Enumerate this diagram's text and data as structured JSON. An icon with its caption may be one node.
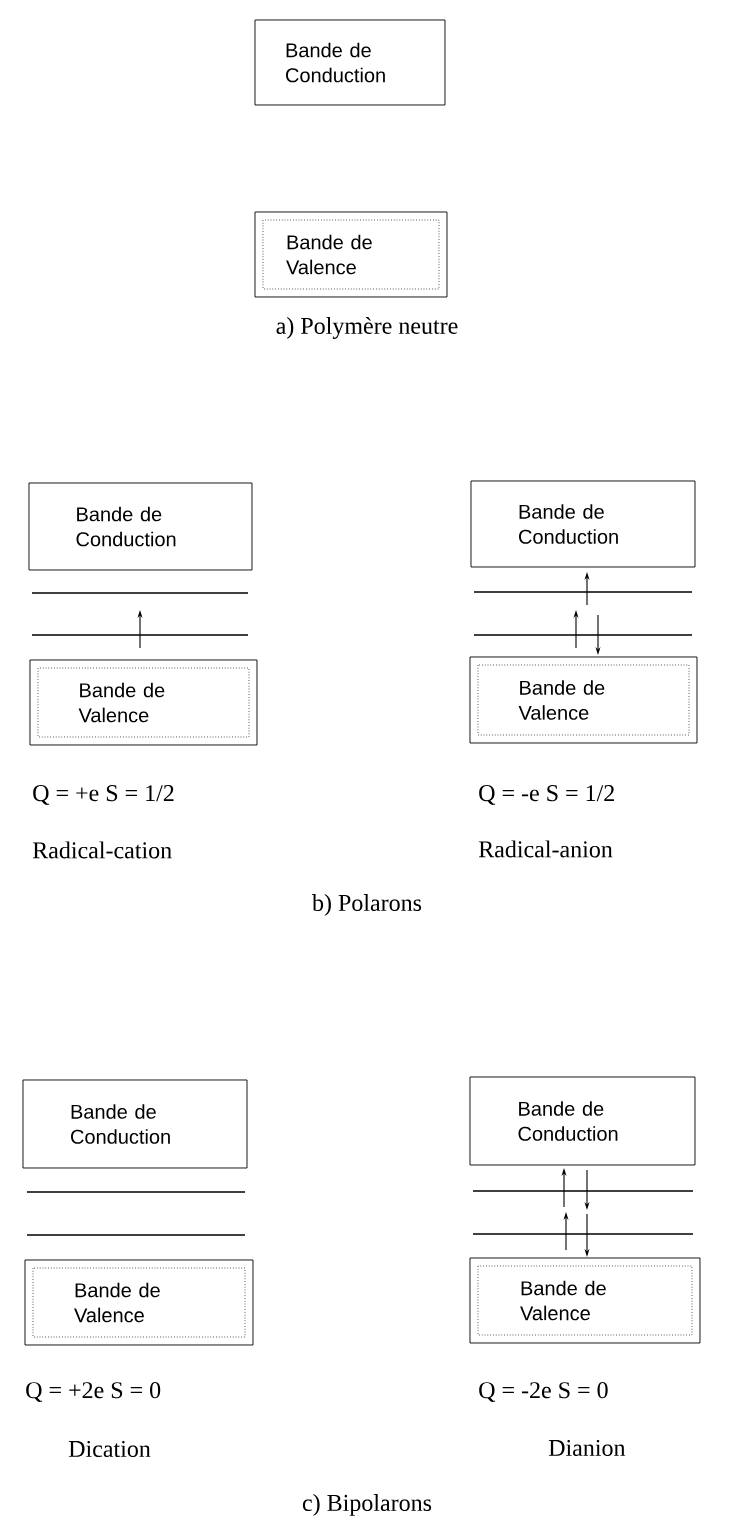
{
  "diagram": {
    "nodes": [
      {
        "text": [
          "Bande de Conduction"
        ]
      },
      {
        "text": [
          "Bande de Valence"
        ]
      },
      {
        "text": [
          "Bande de Conduction"
        ]
      },
      {
        "text": [
          "Bande de Valence"
        ]
      },
      {
        "text": [
          "Bande de Conduction"
        ]
      },
      {
        "text": [
          "Bande de Valence"
        ]
      },
      {
        "text": [
          "Bande de Conduction"
        ]
      },
      {
        "text": [
          "Bande de Valence"
        ]
      },
      {
        "text": [
          "Bande de Conduction"
        ]
      },
      {
        "text": [
          "Bande de Valence"
        ]
      }
    ],
    "labels": [
      "a) Polymère neutre",
      "Q = +e   S = 1/2",
      "Q = -e  S = 1/2",
      "Radical-cation",
      "Radical-anion",
      "b) Polarons",
      "Q = +2e  S = 0",
      "Q = -2e  S = 0",
      "Dication",
      "Dianion",
      "c) Bipolarons"
    ]
  }
}
